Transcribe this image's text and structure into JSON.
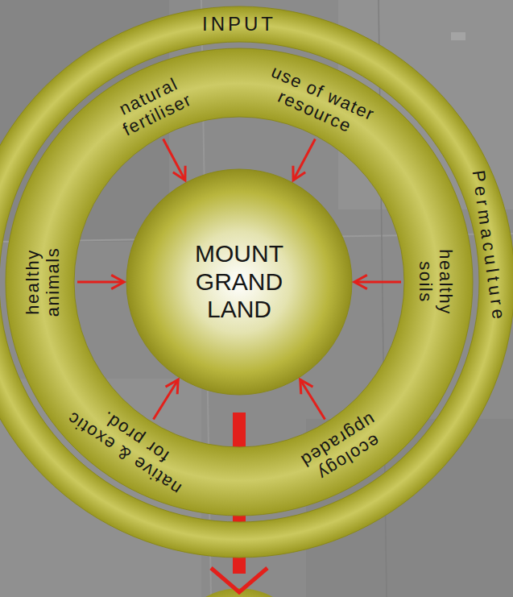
{
  "diagram": {
    "nodes": [
      {
        "text": [
          "INPUT",
          "Permaculture"
        ]
      },
      {
        "text": [
          "natural fertiliser",
          "use of water resource",
          "healthy animals",
          "healthy soils",
          "native & exotic for prod.",
          "ecology upgraded"
        ],
        "in": 0
      },
      {
        "text": [
          "MOUNT GRAND LAND"
        ],
        "in": 1
      }
    ],
    "edges": [
      {
        "from": 1,
        "to": 2,
        "arrow": "to"
      },
      {
        "from": 1,
        "to": 2,
        "arrow": "to"
      },
      {
        "from": 1,
        "to": 2,
        "arrow": "to"
      },
      {
        "from": 1,
        "to": 2,
        "arrow": "to"
      },
      {
        "from": 1,
        "to": 2,
        "arrow": "to"
      },
      {
        "from": 1,
        "to": 2,
        "arrow": "to"
      }
    ]
  }
}
